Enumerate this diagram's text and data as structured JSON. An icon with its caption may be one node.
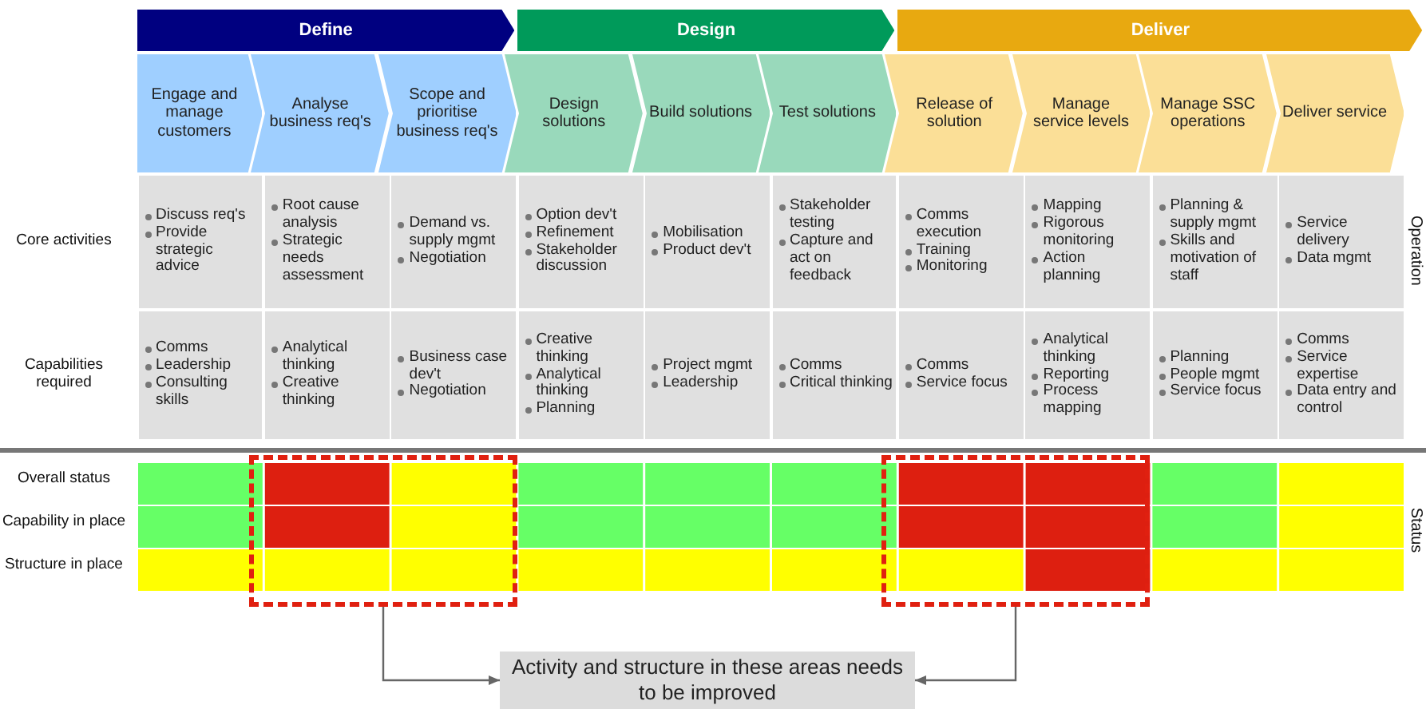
{
  "diagram": {
    "nodes": [
      {
        "text": [
          "Define"
        ]
      },
      {
        "text": [
          "Design"
        ]
      },
      {
        "text": [
          "Deliver"
        ]
      },
      {
        "text": [
          "Engage and manage customers"
        ]
      },
      {
        "text": [
          "Analyse business req's"
        ]
      },
      {
        "text": [
          "Scope and prioritise business req's"
        ]
      },
      {
        "text": [
          "Design solutions"
        ]
      },
      {
        "text": [
          "Build solutions"
        ]
      },
      {
        "text": [
          "Test solutions"
        ]
      },
      {
        "text": [
          "Release of solution"
        ]
      },
      {
        "text": [
          "Manage service levels"
        ]
      },
      {
        "text": [
          "Manage SSC operations"
        ]
      },
      {
        "text": [
          "Deliver service"
        ]
      },
      {
        "text": [
          "Discuss req's",
          "Provide strategic advice"
        ]
      },
      {
        "text": [
          "Root cause analysis",
          "Strategic needs assessment"
        ]
      },
      {
        "text": [
          "Demand vs. supply mgmt",
          "Negotiation"
        ]
      },
      {
        "text": [
          "Option dev't",
          "Refinement",
          "Stakeholder discussion"
        ]
      },
      {
        "text": [
          "Mobilisation",
          "Product dev't"
        ]
      },
      {
        "text": [
          "Stakeholder testing",
          "Capture and act on feedback"
        ]
      },
      {
        "text": [
          "Comms execution",
          "Training",
          "Monitoring"
        ]
      },
      {
        "text": [
          "Mapping",
          "Rigorous monitoring",
          "Action planning"
        ]
      },
      {
        "text": [
          "Planning & supply mgmt",
          "Skills and motivation of staff"
        ]
      },
      {
        "text": [
          "Service delivery",
          "Data mgmt"
        ]
      },
      {
        "text": [
          "Comms",
          "Leadership",
          "Consulting skills"
        ]
      },
      {
        "text": [
          "Analytical thinking",
          "Creative thinking"
        ]
      },
      {
        "text": [
          "Business case dev't",
          "Negotiation"
        ]
      },
      {
        "text": [
          "Creative thinking",
          "Analytical thinking",
          "Planning"
        ]
      },
      {
        "text": [
          "Project mgmt",
          "Leadership"
        ]
      },
      {
        "text": [
          "Comms",
          "Critical thinking"
        ]
      },
      {
        "text": [
          "Comms",
          "Service focus"
        ]
      },
      {
        "text": [
          "Analytical thinking",
          "Reporting",
          "Process mapping"
        ]
      },
      {
        "text": [
          "Planning",
          "People mgmt",
          "Service focus"
        ]
      },
      {
        "text": [
          "Comms",
          "Service expertise",
          "Data entry and control"
        ]
      },
      {
        "text": [],
        "shape": "box"
      },
      {
        "text": [],
        "shape": "box"
      },
      {
        "text": [
          "Activity and structure in these areas needs to be improved"
        ]
      }
    ],
    "edges": [
      {
        "from": 33,
        "to": 35,
        "arrow": "to"
      },
      {
        "from": 34,
        "to": 35,
        "arrow": "to"
      }
    ],
    "labels": [
      "Core activities",
      "Capabilities required",
      "Operation",
      "Overall status",
      "Capability in place",
      "Structure in place",
      "Status"
    ]
  }
}
